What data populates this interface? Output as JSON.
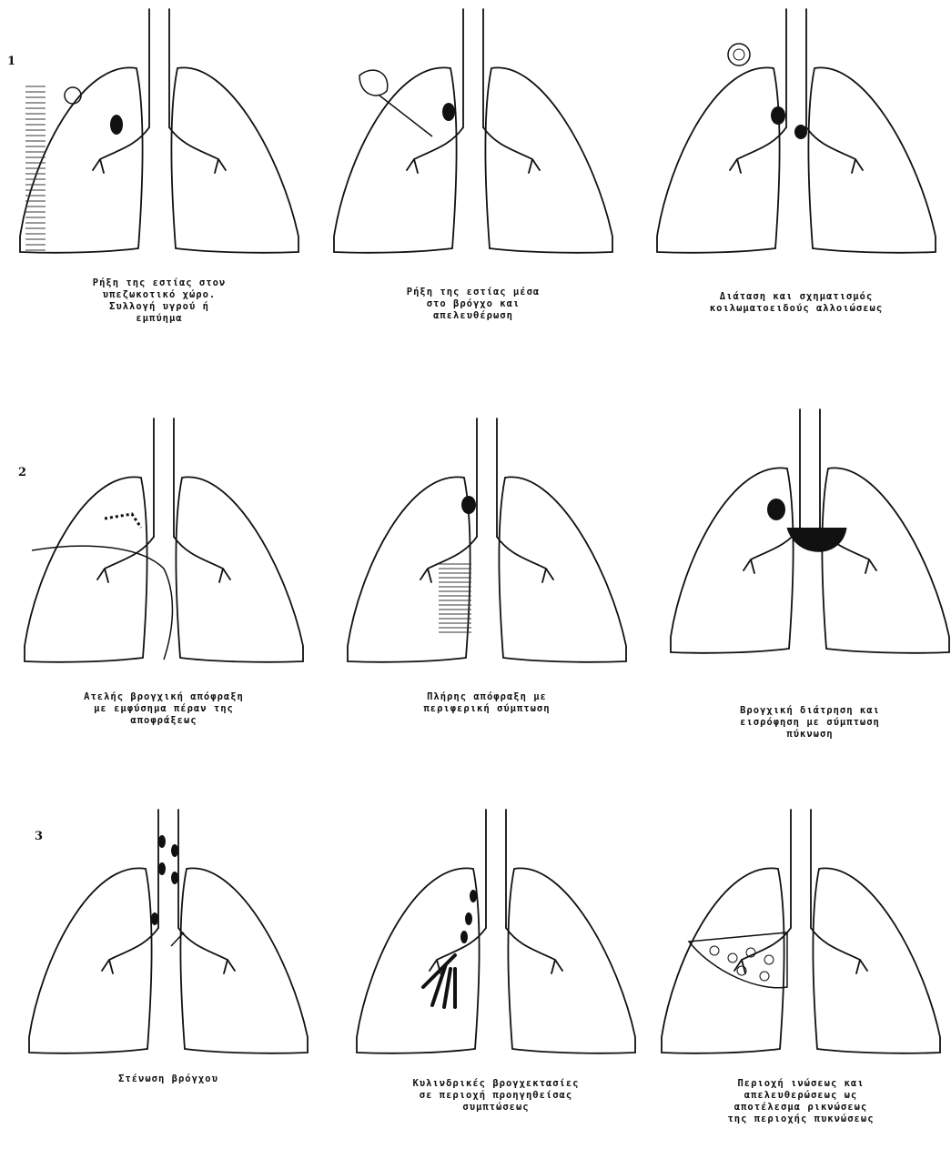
{
  "row_labels": [
    "1",
    "2",
    "3"
  ],
  "panels": [
    {
      "lines": [
        "Ρήξη της εστίας στον",
        "υπεζωκοτικό χώρο.",
        "Συλλογή υγρού ή",
        "εμπύημα"
      ]
    },
    {
      "lines": [
        "Ρήξη της εστίας μέσα",
        "στο βρόγχο και",
        "απελευθέρωση"
      ]
    },
    {
      "lines": [
        "Διάταση και σχηματισμός",
        "κοιλωματοειδούς αλλοιώσεως"
      ]
    },
    {
      "lines": [
        "Ατελής βρογχική απόφραξη",
        "με εμφύσημα πέραν της",
        "αποφράξεως"
      ]
    },
    {
      "lines": [
        "Πλήρης απόφραξη με",
        "περιφερική σύμπτωση"
      ]
    },
    {
      "lines": [
        "Βρογχική διάτρηση και",
        "εισρόφηση με σύμπτωση",
        "πύκνωση"
      ]
    },
    {
      "lines": [
        "Στένωση βρόγχου"
      ]
    },
    {
      "lines": [
        "Κυλινδρικές βρογχεκτασίες",
        "σε περιοχή προηγηθείσας",
        "συμπτώσεως"
      ]
    },
    {
      "lines": [
        "Περιοχή ινώσεως και",
        "απελευθερώσεως ως",
        "αποτέλεσμα ρικνώσεως",
        "της περιοχής πυκνώσεως"
      ]
    }
  ]
}
